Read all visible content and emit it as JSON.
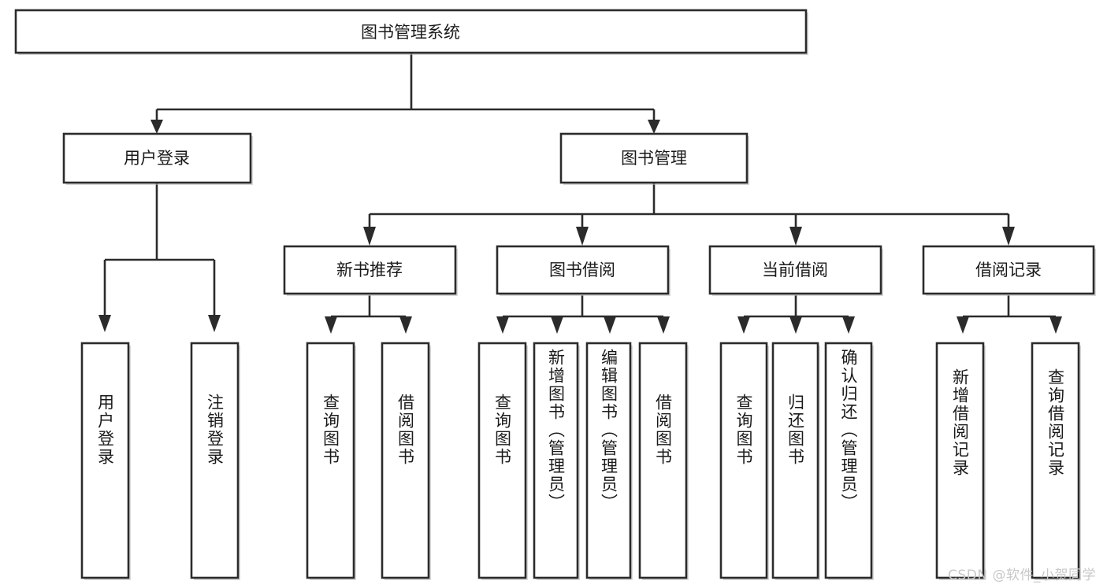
{
  "diagram": {
    "type": "tree",
    "title": "图书管理系统",
    "orientation": "top-down",
    "colors": {
      "stroke": "#2b2b2b",
      "fill": "#ffffff",
      "background": "#ffffff",
      "watermark": "#c8c8c8"
    },
    "root": {
      "id": "root",
      "label": "图书管理系统"
    },
    "level2": [
      {
        "id": "user-login",
        "label": "用户登录"
      },
      {
        "id": "book-management",
        "label": "图书管理"
      }
    ],
    "level3": [
      {
        "id": "new-book-recommend",
        "label": "新书推荐",
        "parent": "book-management"
      },
      {
        "id": "book-borrow",
        "label": "图书借阅",
        "parent": "book-management"
      },
      {
        "id": "current-borrow",
        "label": "当前借阅",
        "parent": "book-management"
      },
      {
        "id": "borrow-record",
        "label": "借阅记录",
        "parent": "book-management"
      }
    ],
    "leaves": [
      {
        "id": "leaf-user-login",
        "label": "用户登录",
        "parent": "user-login"
      },
      {
        "id": "leaf-logout-login",
        "label": "注销登录",
        "parent": "user-login"
      },
      {
        "id": "leaf-query-book-1",
        "label": "查询图书",
        "parent": "new-book-recommend"
      },
      {
        "id": "leaf-borrow-book-1",
        "label": "借阅图书",
        "parent": "new-book-recommend"
      },
      {
        "id": "leaf-query-book-2",
        "label": "查询图书",
        "parent": "book-borrow"
      },
      {
        "id": "leaf-add-book",
        "label": "新增图书（管理员）",
        "parent": "book-borrow"
      },
      {
        "id": "leaf-edit-book",
        "label": "编辑图书（管理员）",
        "parent": "book-borrow"
      },
      {
        "id": "leaf-borrow-book-2",
        "label": "借阅图书",
        "parent": "book-borrow"
      },
      {
        "id": "leaf-query-book-3",
        "label": "查询图书",
        "parent": "current-borrow"
      },
      {
        "id": "leaf-return-book",
        "label": "归还图书",
        "parent": "current-borrow"
      },
      {
        "id": "leaf-confirm-return",
        "label": "确认归还（管理员）",
        "parent": "current-borrow"
      },
      {
        "id": "leaf-add-record",
        "label": "新增借阅记录",
        "parent": "borrow-record"
      },
      {
        "id": "leaf-query-record",
        "label": "查询借阅记录",
        "parent": "borrow-record"
      }
    ]
  },
  "watermark": {
    "text": "CSDN @软件_小贺同学"
  }
}
